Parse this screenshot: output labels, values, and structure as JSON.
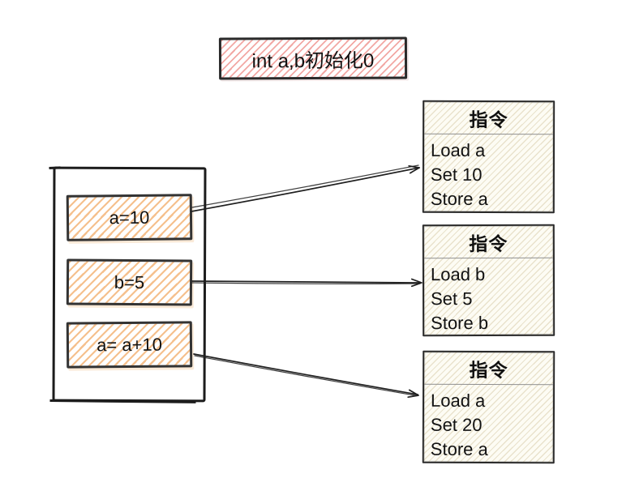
{
  "diagram": {
    "title": "int a,b初始化0",
    "statements": [
      {
        "label": "a=10"
      },
      {
        "label": "b=5"
      },
      {
        "label": "a= a+10"
      }
    ],
    "cards": [
      {
        "header": "指令",
        "lines": [
          "Load a",
          "Set 10",
          "Store a"
        ]
      },
      {
        "header": "指令",
        "lines": [
          "Load b",
          "Set 5",
          "Store b"
        ]
      },
      {
        "header": "指令",
        "lines": [
          "Load a",
          "Set 20",
          "Store a"
        ]
      }
    ],
    "colors": {
      "border": "#2a2a2a",
      "arrow": "#1f1f1f",
      "title_hatch": "#f2a8a4",
      "statement_hatch": "#f5c08d",
      "card_bg": "#fdfcf4",
      "card_hatch": "#e9e2cc",
      "divider": "#8f8f8f"
    }
  }
}
